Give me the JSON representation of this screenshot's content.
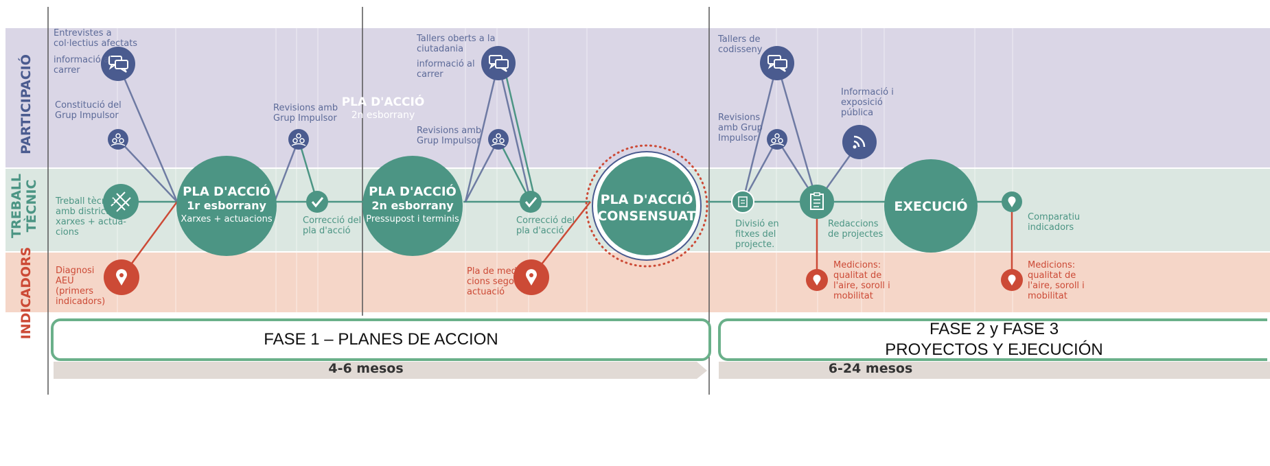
{
  "rows": {
    "participacio": "PARTICIPACIÓ",
    "treball_line1": "TREBALL",
    "treball_line2": "TÈCNIC",
    "indicadors": "INDICADORS"
  },
  "colors": {
    "purple_band": "#dad6e6",
    "green_band": "#dbe7e1",
    "orange_band": "#f5d6c8",
    "teal": "#4c9584",
    "navy": "#4a5b8f",
    "red": "#cc4a36",
    "phase_border": "#6ab08a",
    "duration_bar": "#e1dad5"
  },
  "hubs": {
    "pa1_title": "PLA D'ACCIÓ",
    "pa1_sub": "1r esborrany",
    "pa1_detail": "Xarxes + actuacions",
    "pa2_title": "PLA D'ACCIÓ",
    "pa2_sub": "2n esborrany",
    "pa2_detail": "Pressupost i terminis",
    "pac_line1": "PLA D'ACCIÓ",
    "pac_line2": "CONSENSUAT",
    "exec": "EXECUCIÓ"
  },
  "floating": {
    "title": "PLA D'ACCIÓ",
    "sub": "2n esborrany"
  },
  "labels": {
    "entrevistes": [
      "Entrevistes a",
      "col·lectius afectats"
    ],
    "info_carrer_1": [
      "informació al",
      "carrer"
    ],
    "constitucio": [
      "Constitució del",
      "Grup Impulsor"
    ],
    "treball_tecnic": [
      "Treball tècnic",
      "amb districte:",
      "xarxes + actua-",
      "cions"
    ],
    "diagnosi": [
      "Diagnosi",
      "AEU",
      "(primers",
      "indicadors)"
    ],
    "revisions_1": [
      "Revisions amb",
      "Grup Impulsor"
    ],
    "correccio_1": [
      "Correcció del",
      "pla d'acció"
    ],
    "tallers_oberts": [
      "Tallers oberts a la",
      "ciutadania"
    ],
    "info_carrer_2": [
      "informació al",
      "carrer"
    ],
    "revisions_2": [
      "Revisions amb",
      "Grup Impulsor"
    ],
    "pla_mesura": [
      "Pla de medi-",
      "cions segons",
      "actuació"
    ],
    "correccio_2": [
      "Correcció del",
      "pla d'acció"
    ],
    "tallers_codisseny": [
      "Tallers de",
      "codisseny"
    ],
    "revisions_3": [
      "Revisions",
      "amb Grup",
      "Impulsor"
    ],
    "informacio_exposicio": [
      "Informació i",
      "exposició",
      "pública"
    ],
    "divisio": [
      "Divisió en",
      "fitxes del",
      "projecte."
    ],
    "redaccions": [
      "Redaccions",
      "de projectes"
    ],
    "comparativa": [
      "Comparatiu",
      "indicadors"
    ],
    "medicions_1": [
      "Medicions:",
      "qualitat de",
      "l'aire, soroll i",
      "mobilitat"
    ],
    "medicions_2": [
      "Medicions:",
      "qualitat de",
      "l'aire, soroll i",
      "mobilitat"
    ]
  },
  "phases": {
    "fase1": "FASE 1 – PLANES DE ACCION",
    "fase23_line1": "FASE 2 y FASE 3",
    "fase23_line2": "PROYECTOS Y EJECUCIÓN"
  },
  "durations": {
    "d1": "4-6 mesos",
    "d2": "6-24 mesos"
  },
  "icons": {
    "chat": "chat-bubbles-icon",
    "group": "group-people-icon",
    "network": "network-grid-icon",
    "check": "check-icon",
    "location": "location-pin-icon",
    "clipboard": "clipboard-icon",
    "broadcast": "broadcast-icon"
  }
}
